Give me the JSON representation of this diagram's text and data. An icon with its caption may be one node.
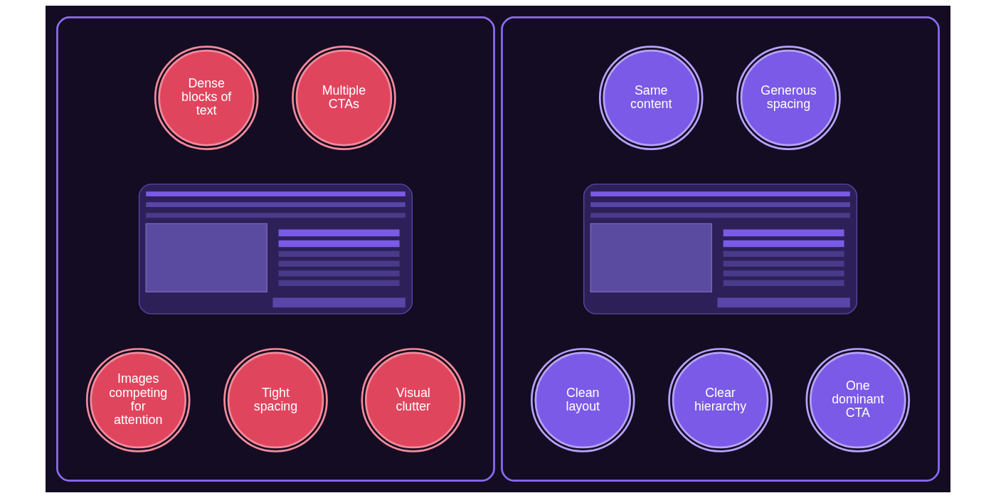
{
  "diagram": {
    "nodes": [
      {
        "text": [],
        "shape": "box"
      },
      {
        "text": [],
        "shape": "picture",
        "in": 0
      },
      {
        "text": [
          "Dense blocks of text"
        ],
        "in": 0
      },
      {
        "text": [
          "Multiple CTAs"
        ],
        "in": 0
      },
      {
        "text": [
          "Images competing for attention"
        ],
        "in": 0
      },
      {
        "text": [
          "Tight spacing"
        ],
        "in": 0
      },
      {
        "text": [
          "Visual clutter"
        ],
        "in": 0
      },
      {
        "text": [],
        "shape": "box"
      },
      {
        "text": [],
        "shape": "picture",
        "in": 7
      },
      {
        "text": [
          "Same content"
        ],
        "in": 7
      },
      {
        "text": [
          "Generous spacing"
        ],
        "in": 7
      },
      {
        "text": [
          "Clean layout"
        ],
        "in": 7
      },
      {
        "text": [
          "Clear hierarchy"
        ],
        "in": 7
      },
      {
        "text": [
          "One dominant CTA"
        ],
        "in": 7
      }
    ],
    "edges": []
  }
}
